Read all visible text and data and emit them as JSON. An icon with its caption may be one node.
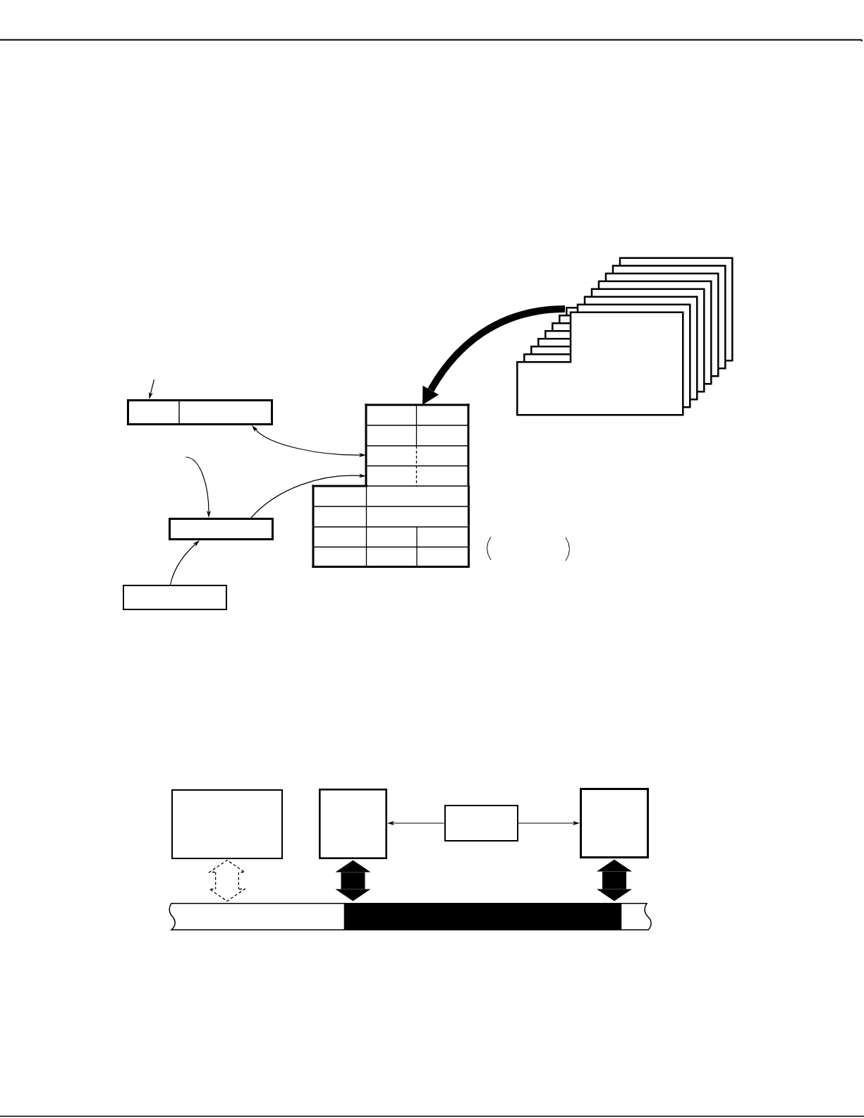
{
  "diagram": {
    "nodes": [
      {
        "text": [],
        "shape": "box"
      },
      {
        "text": [],
        "shape": "box"
      },
      {
        "text": [],
        "shape": "box"
      },
      {
        "text": [],
        "shape": "table"
      },
      {
        "text": [],
        "shape": "table"
      },
      {
        "text": [],
        "shape": "stack"
      },
      {
        "text": [],
        "shape": "box"
      },
      {
        "text": [],
        "shape": "box"
      },
      {
        "text": [],
        "shape": "box"
      },
      {
        "text": [],
        "shape": "box"
      },
      {
        "text": [],
        "shape": "bar"
      }
    ],
    "edges": [
      {
        "from": null,
        "to": 0,
        "arrow": "to"
      },
      {
        "from": 0,
        "to": 3,
        "arrow": "both"
      },
      {
        "from": null,
        "to": 1,
        "arrow": "to"
      },
      {
        "from": 1,
        "to": 3,
        "arrow": "to"
      },
      {
        "from": 2,
        "to": 1,
        "arrow": "to"
      },
      {
        "from": 5,
        "to": 3,
        "arrow": "to",
        "style": "thick"
      },
      {
        "from": 8,
        "to": 7,
        "arrow": "to"
      },
      {
        "from": 8,
        "to": 9,
        "arrow": "to"
      },
      {
        "from": 6,
        "to": 10,
        "arrow": "both",
        "style": "dashed"
      },
      {
        "from": 7,
        "to": 10,
        "arrow": "both",
        "style": "thick"
      },
      {
        "from": 9,
        "to": 10,
        "arrow": "both",
        "style": "thick"
      }
    ]
  }
}
